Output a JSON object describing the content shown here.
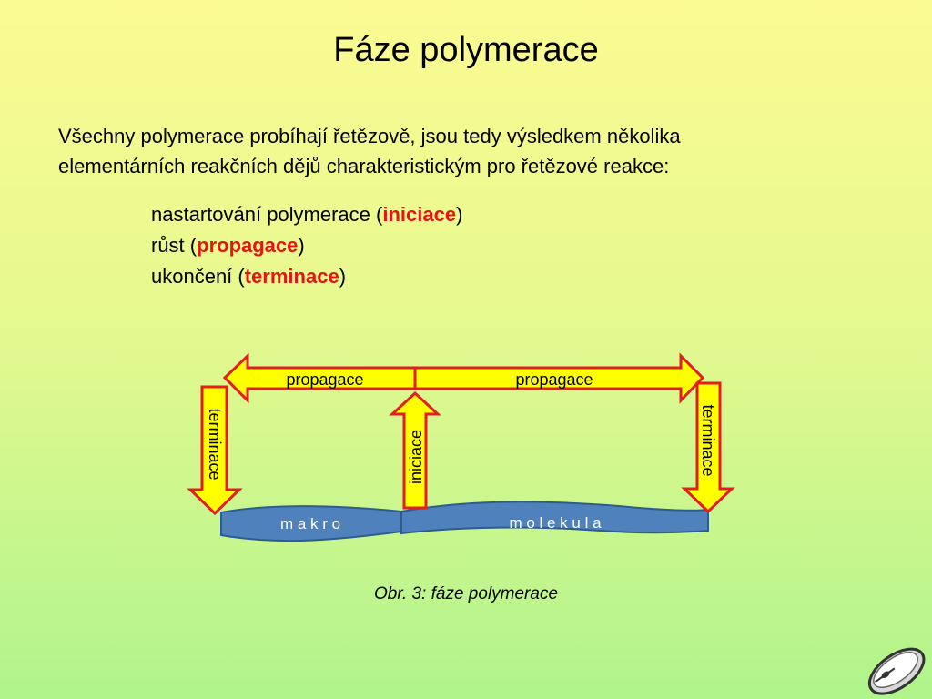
{
  "slide": {
    "title": "Fáze polymerace",
    "intro_line1": "Všechny polymerace probíhají řetězově, jsou tedy výsledkem několika",
    "intro_line2": "elementárních reakčních dějů charakteristickým pro řetězové reakce:",
    "phases": [
      {
        "prefix": "nastartování polymerace (",
        "term": "iniciace",
        "suffix": ")"
      },
      {
        "prefix": "růst (",
        "term": "propagace",
        "suffix": ")"
      },
      {
        "prefix": "ukončení (",
        "term": "terminace",
        "suffix": ")"
      }
    ],
    "caption": "Obr. 3: fáze polymerace"
  },
  "diagram": {
    "propagace_left": "propagace",
    "propagace_right": "propagace",
    "iniciace": "iniciace",
    "terminace_left": "terminace",
    "terminace_right": "terminace",
    "makro": "m a k r o",
    "molekula": "m o l e k u l a"
  },
  "colors": {
    "arrow_fill": "#ffff00",
    "arrow_stroke": "#e02020",
    "molecule_fill": "#4f81bd",
    "highlight": "#e31515"
  },
  "icons": [
    "mouse-icon"
  ]
}
